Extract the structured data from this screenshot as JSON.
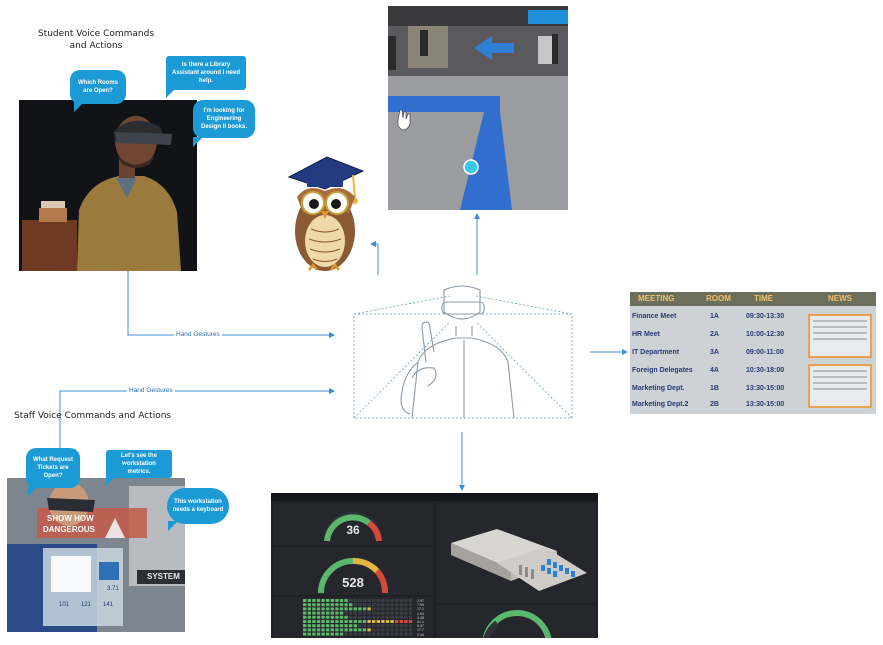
{
  "student": {
    "title": "Student Voice Commands and Actions",
    "bubbles": [
      "Which Rooms are Open?",
      "Is there a Library Assistant around I need help.",
      "I'm looking for Engineering Design II books."
    ]
  },
  "staff": {
    "title": "Staff Voice Commands and Actions",
    "bubbles": [
      "What Request Tickets are Open?",
      "Let's see the workstation metrics.",
      "This workstation needs a keyboard"
    ],
    "sign_text": [
      "SHOW HOW",
      "DANGEROUS"
    ],
    "machine_label": "SYSTEM",
    "screen_values": [
      "3.71",
      "101",
      "121",
      "141"
    ]
  },
  "edges": {
    "student_gesture": "Hand Gestures",
    "staff_gesture": "Hand Gestures"
  },
  "schedule": {
    "headers": [
      "MEETING",
      "ROOM",
      "TIME",
      "NEWS"
    ],
    "rows": [
      {
        "meeting": "Finance Meet",
        "room": "1A",
        "time": "09:30-13:30"
      },
      {
        "meeting": "HR Meet",
        "room": "2A",
        "time": "10:00-12:30"
      },
      {
        "meeting": "IT Department",
        "room": "3A",
        "time": "09:00-11:00"
      },
      {
        "meeting": "Foreign Delegates",
        "room": "4A",
        "time": "10:30-18:00"
      },
      {
        "meeting": "Marketing Dept.",
        "room": "1B",
        "time": "13:30-15:00"
      },
      {
        "meeting": "Marketing Dept.2",
        "room": "2B",
        "time": "13:30-15:00"
      }
    ]
  },
  "dashboard": {
    "gauge1_value": "36",
    "gauge2_value": "528",
    "bar_values": [
      "2.97",
      "7.99",
      "17.1",
      "2.54",
      "3.48",
      "41.1",
      "9.37",
      "17.7",
      "2.44"
    ]
  },
  "colors": {
    "bubble": "#1b9ad6",
    "arrow": "#3d8fd1",
    "dashboard_bg": "#1f2125",
    "schedule_header": "#6b6f5c",
    "schedule_orange": "#e8a252"
  }
}
